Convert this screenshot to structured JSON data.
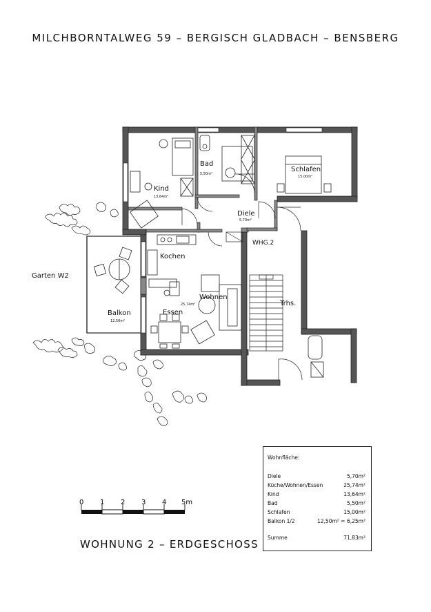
{
  "header": {
    "title": "MILCHBORNTALWEG 59 – BERGISCH GLADBACH – BENSBERG"
  },
  "footer": {
    "subtitle": "WOHNUNG 2 – ERDGESCHOSS"
  },
  "rooms": {
    "kind": {
      "name": "Kind",
      "area": "13,64m²"
    },
    "bad": {
      "name": "Bad",
      "area": "5,50m²"
    },
    "schlafen": {
      "name": "Schlafen",
      "area": "15,00m²"
    },
    "diele": {
      "name": "Diele",
      "area": "5,70m²"
    },
    "kochen": {
      "name": "Kochen"
    },
    "wohnen": {
      "name": "Wohnen",
      "area": "25,74m²"
    },
    "essen": {
      "name": "Essen"
    },
    "balkon": {
      "name": "Balkon",
      "area": "12,50m²"
    },
    "trhs": {
      "name": "Trhs."
    },
    "whg": {
      "name": "WHG.2"
    },
    "garten": {
      "name": "Garten  W2"
    }
  },
  "area_table": {
    "header": "Wohnfläche:",
    "rows": [
      {
        "name": "Diele",
        "value": "5,70m²"
      },
      {
        "name": "Küche/Wohnen/Essen",
        "value": "25,74m²"
      },
      {
        "name": "Kind",
        "value": "13,64m²"
      },
      {
        "name": "Bad",
        "value": "5,50m²"
      },
      {
        "name": "Schlafen",
        "value": "15,00m²"
      },
      {
        "name": "Balkon  1/2",
        "middle": "12,50m²  =",
        "value": "6,25m²"
      }
    ],
    "total": {
      "name": "Summe",
      "value": "71,83m²"
    }
  },
  "scale": {
    "ticks": [
      "0",
      "1",
      "2",
      "3",
      "4",
      "5m"
    ]
  }
}
